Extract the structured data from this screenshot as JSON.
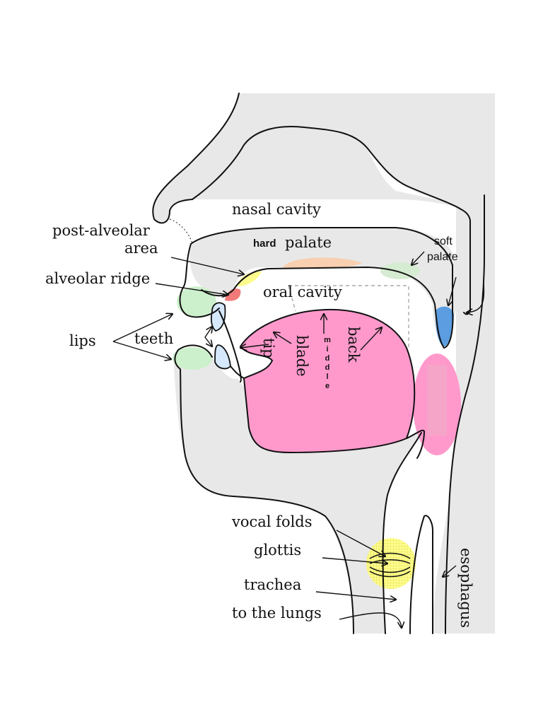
{
  "labels": {
    "nasal_cavity": "nasal cavity",
    "hard_palate_1": "hard",
    "hard_palate_2": "palate",
    "soft_palate_1": "soft",
    "soft_palate_2": "palate",
    "post_alveolar_1": "post-alveolar",
    "post_alveolar_2": "area",
    "alveolar_ridge": "alveolar ridge",
    "oral_cavity": "oral cavity",
    "lips": "lips",
    "teeth": "teeth",
    "tip": "tip",
    "blade": "blade",
    "middle": "middle",
    "back": "back",
    "vocal_folds": "vocal folds",
    "glottis": "glottis",
    "trachea": "trachea",
    "to_the_lungs": "to the lungs",
    "esophagus": "esophagus"
  },
  "colors": {
    "tissue": "#e8e8e8",
    "tongue": "#ff99cc",
    "lips": "#cdf0cc",
    "teeth": "#d6e8fb",
    "alveolar": "#f07a78",
    "post_alveolar": "#fdfb8c",
    "hard_palate": "#f8cfb0",
    "soft_palate": "#5b9de0",
    "pharynx": "#ff99cc",
    "glottis_glow": "#ffff80"
  }
}
